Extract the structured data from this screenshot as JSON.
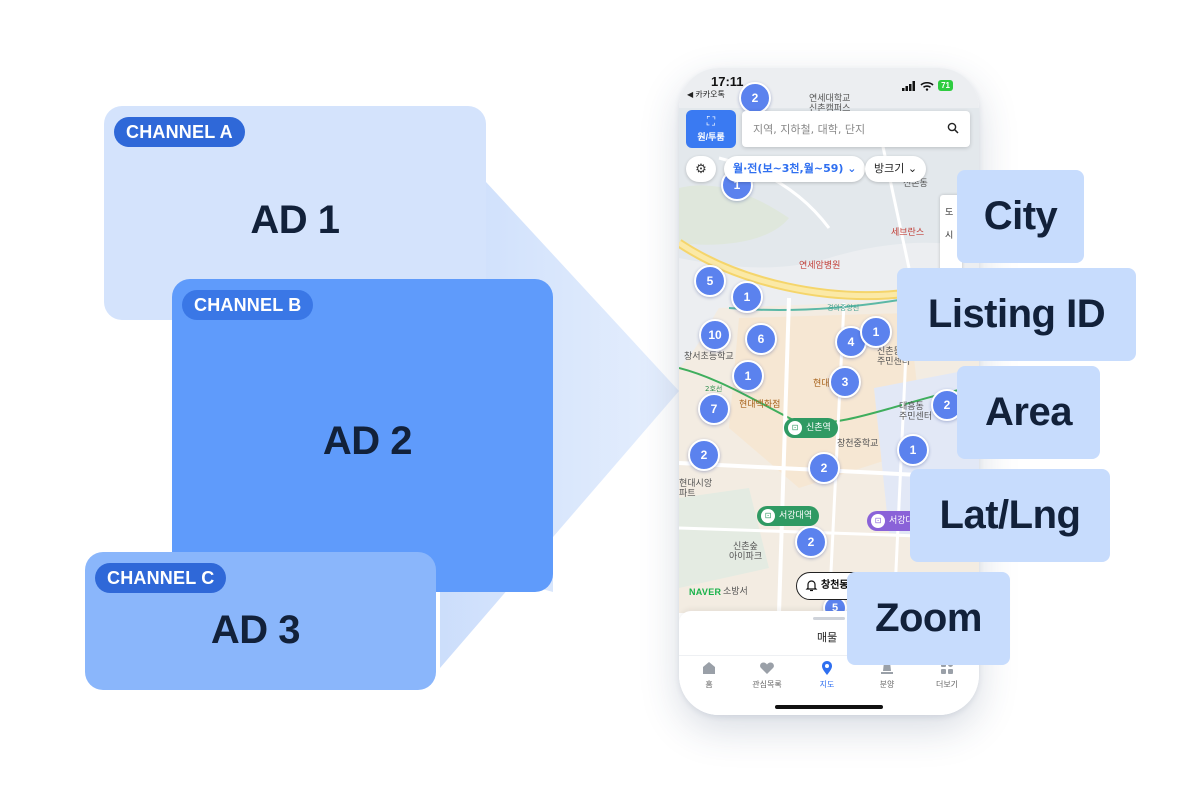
{
  "ads": [
    {
      "channel": "CHANNEL A",
      "label": "AD 1"
    },
    {
      "channel": "CHANNEL B",
      "label": "AD 2"
    },
    {
      "channel": "CHANNEL C",
      "label": "AD 3"
    }
  ],
  "phone": {
    "status": {
      "time": "17:11",
      "back": "◀ 카카오톡",
      "battery": "71"
    },
    "mode_button": "원/투룸",
    "search": {
      "placeholder": "지역, 지하철, 대학, 단지"
    },
    "filters": {
      "price": "월·전(보~3천,월~59)",
      "room_size": "방크기"
    },
    "clusters": [
      "2",
      "1",
      "5",
      "1",
      "10",
      "6",
      "4",
      "1",
      "1",
      "3",
      "7",
      "2",
      "2",
      "1",
      "2",
      "2",
      "5"
    ],
    "map_labels": {
      "yonsei_top": "연세대학교",
      "yonsei_top2": "신촌캠퍼스",
      "sinchon_dong": "신촌동",
      "severance": "세브란스",
      "cancer_hospital": "연세암병원",
      "gyeongui_line": "경의중앙선",
      "sinchon_community": "신촌동",
      "sinchon_community2": "주민센터",
      "changseo_school": "창서초등학교",
      "hyundai_left": "현대",
      "hyundai_dept": "현대백화점",
      "line2": "2호선",
      "daeheung": "대흥동",
      "daeheung2": "주민센터",
      "changcheon_school": "창천중학교",
      "hyundai_apt": "현대시앙",
      "hyundai_apt2": "파트",
      "sinchon_park": "신촌숲",
      "sinchon_park2": "아이파크",
      "sinchon_park3": "소방서",
      "side_menu_1": "도",
      "side_menu_2": "시",
      "naver": "NAVER"
    },
    "stations": {
      "sinchon": "신촌역",
      "sogang": "서강대역",
      "sogang_right": "서강대"
    },
    "alert_pill": "창천동",
    "sheet_title": "매물",
    "tabs": [
      {
        "label": "홈",
        "icon": "home-icon"
      },
      {
        "label": "관심목록",
        "icon": "heart-icon"
      },
      {
        "label": "지도",
        "icon": "map-pin-icon"
      },
      {
        "label": "분양",
        "icon": "building-icon"
      },
      {
        "label": "더보기",
        "icon": "more-grid-icon"
      }
    ]
  },
  "fields": {
    "city": "City",
    "listing_id": "Listing ID",
    "area": "Area",
    "lat_lng": "Lat/Lng",
    "zoom": "Zoom"
  },
  "colors": {
    "brand_blue": "#3a7af2",
    "cluster_blue": "#5b82ee",
    "tag_bg": "#c7dcfd",
    "text_dark": "#12213a"
  }
}
